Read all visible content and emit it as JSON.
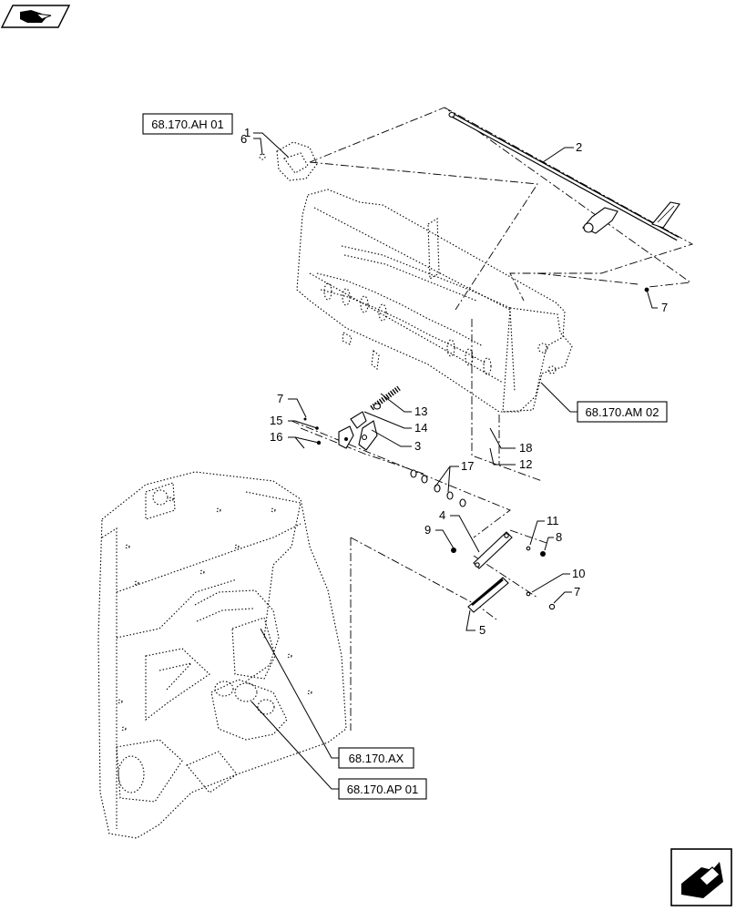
{
  "nav": {
    "prev_icon": "previous-page-icon",
    "next_icon": "next-page-icon"
  },
  "references": {
    "ah01": "68.170.AH 01",
    "am02": "68.170.AM 02",
    "ax": "68.170.AX",
    "ap01": "68.170.AP 01"
  },
  "callouts": {
    "c1": "1",
    "c2": "2",
    "c3": "3",
    "c4": "4",
    "c5": "5",
    "c6": "6",
    "c7a": "7",
    "c7b": "7",
    "c7c": "7",
    "c8": "8",
    "c9": "9",
    "c10": "10",
    "c11": "11",
    "c12": "12",
    "c13": "13",
    "c14": "14",
    "c15": "15",
    "c16": "16",
    "c17": "17",
    "c18": "18"
  }
}
